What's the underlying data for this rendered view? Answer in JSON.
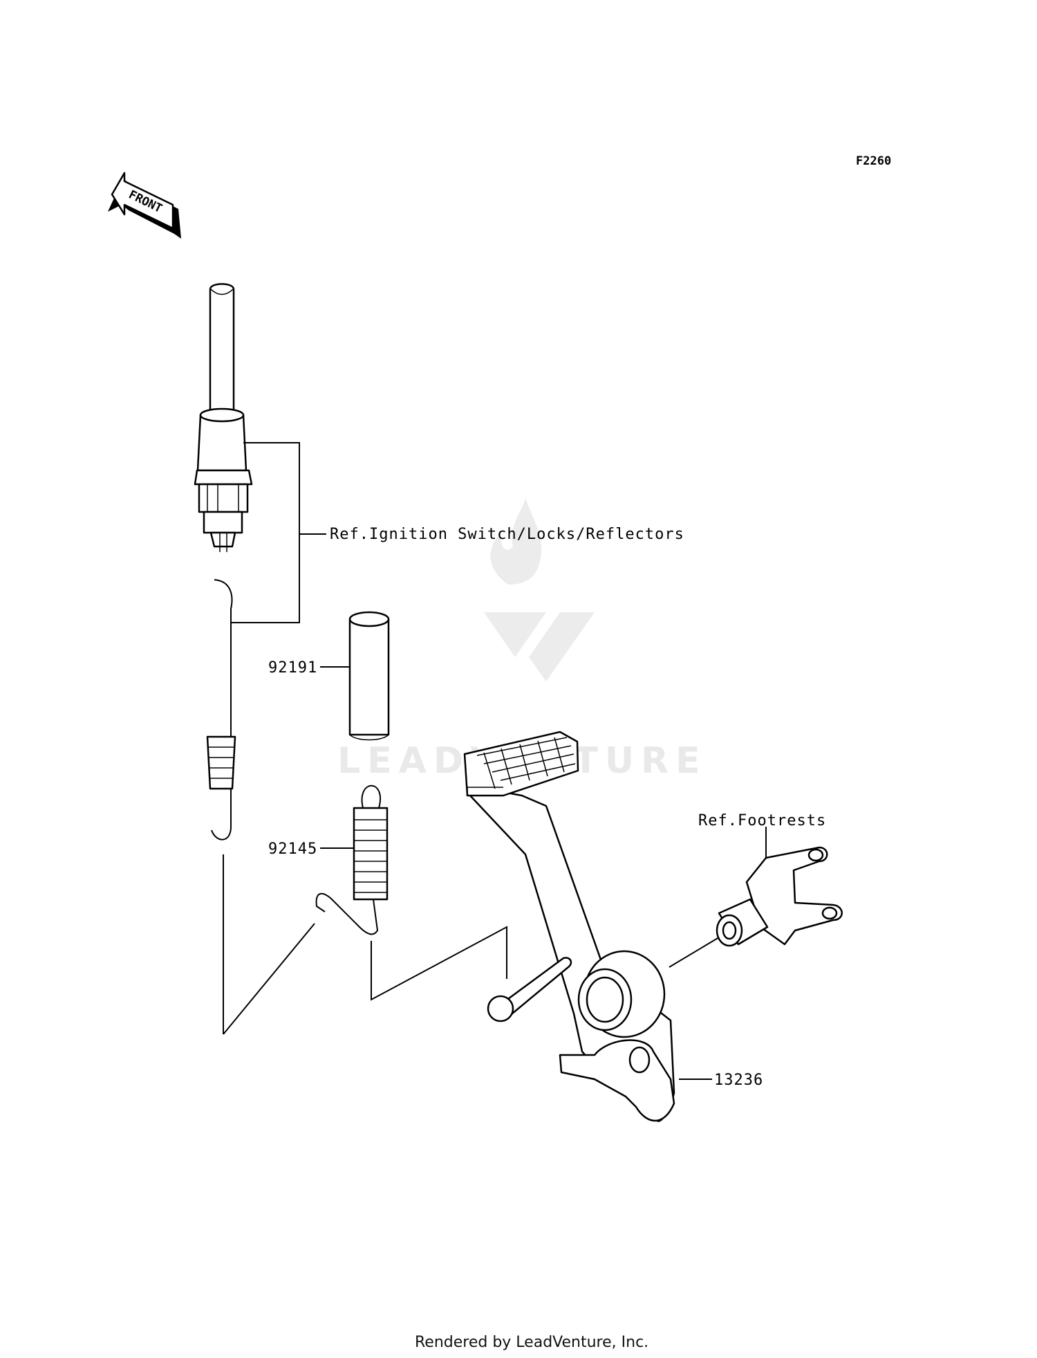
{
  "diagram_code": "F2260",
  "front_label": "FRONT",
  "labels": {
    "ref_ignition": "Ref.Ignition Switch/Locks/Reflectors",
    "part_92191": "92191",
    "part_92145": "92145",
    "ref_footrests": "Ref.Footrests",
    "part_13236": "13236"
  },
  "watermark": "LEADVENTURE",
  "footer": "Rendered by LeadVenture, Inc."
}
